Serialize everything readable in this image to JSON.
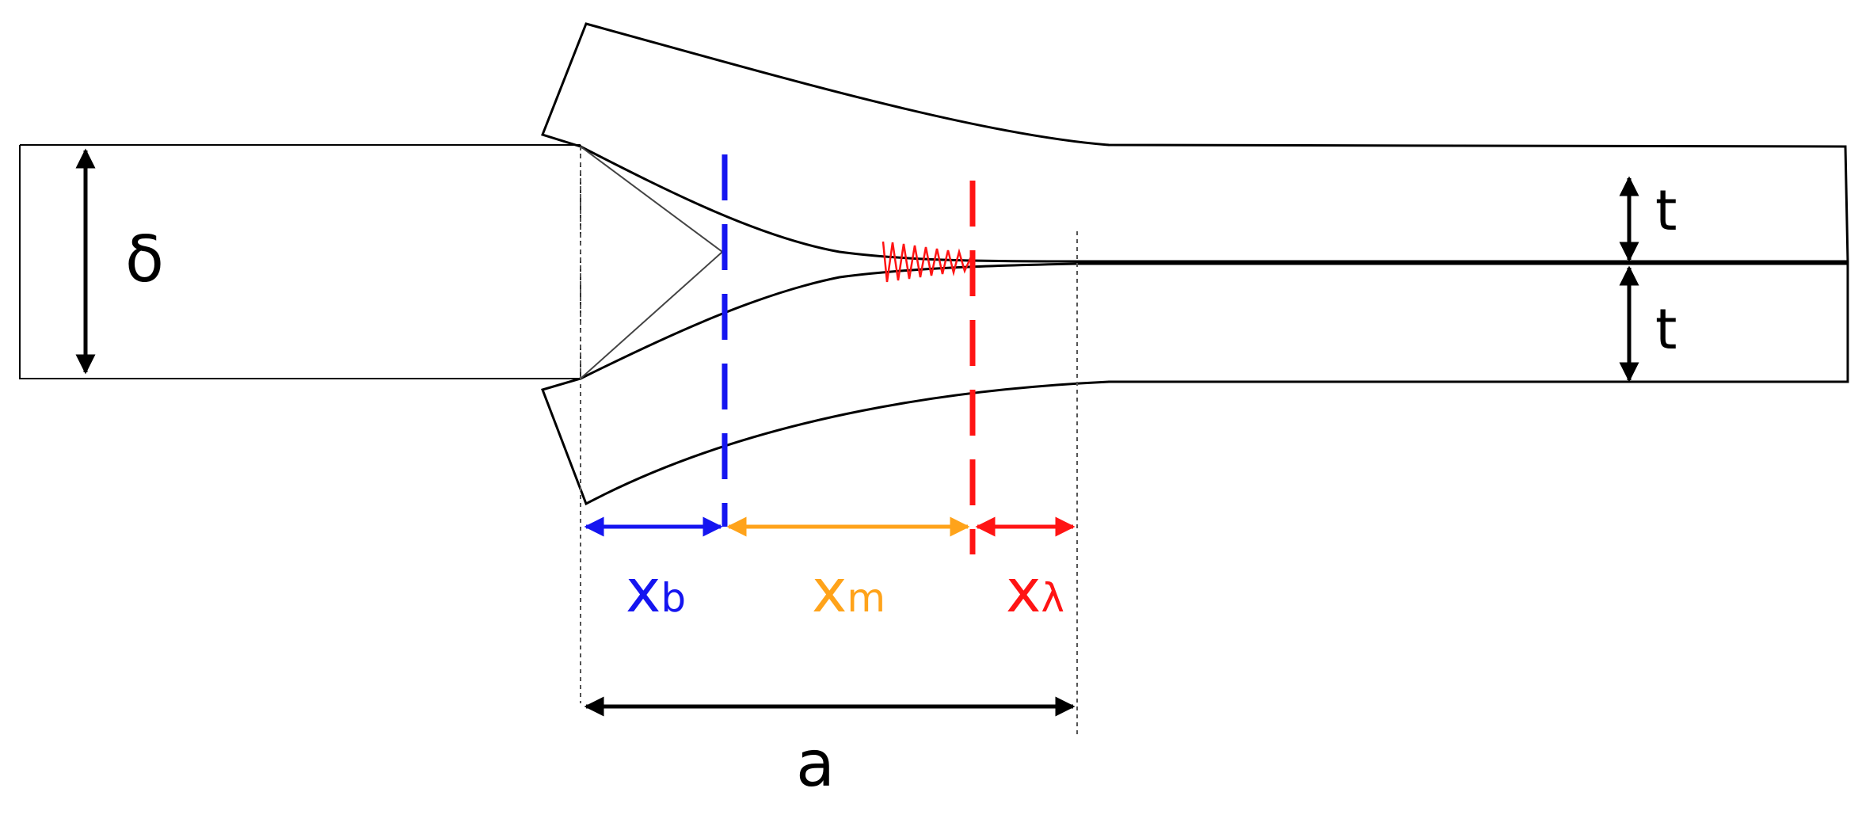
{
  "labels": {
    "delta": "δ",
    "thickness_upper": "t",
    "thickness_lower": "t",
    "xb_main": "x",
    "xb_sub": "b",
    "xm_main": "x",
    "xm_sub": "m",
    "xl_main": "x",
    "xl_sub": "λ",
    "a": "a"
  },
  "colors": {
    "outline": "#000000",
    "blue": "#1515f0",
    "orange": "#ffa31a",
    "red": "#ff1414",
    "dotted": "#555555"
  }
}
